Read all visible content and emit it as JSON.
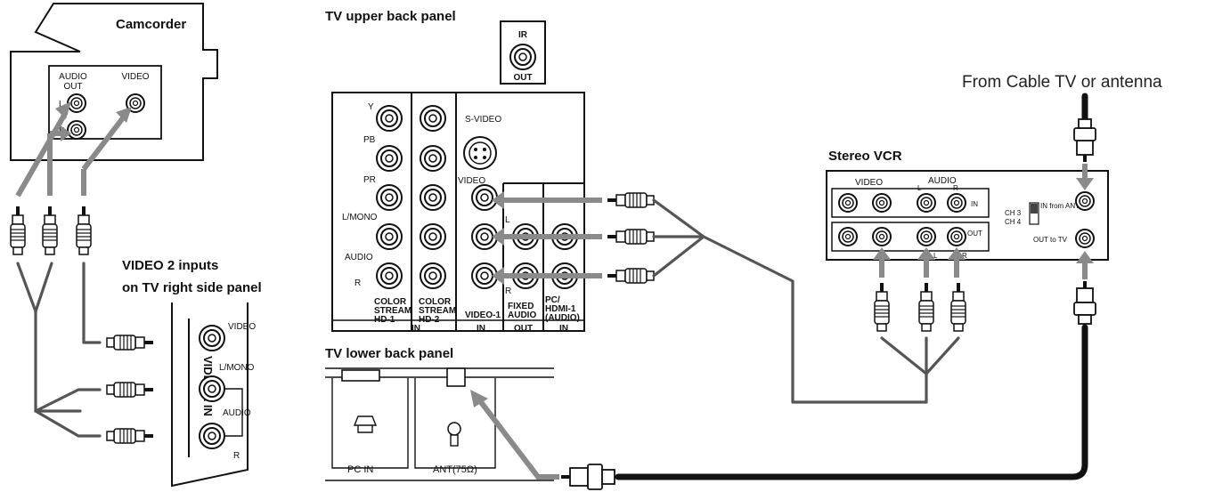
{
  "labels": {
    "camcorder": "Camcorder",
    "cam_audio_out_1": "AUDIO",
    "cam_audio_out_2": "OUT",
    "cam_video": "VIDEO",
    "cam_l": "L",
    "cam_r": "R",
    "upper_panel_title": "TV upper back panel",
    "ir": "IR",
    "ir_out": "OUT",
    "y": "Y",
    "pb": "PB",
    "pr": "PR",
    "l_mono": "L/MONO",
    "audio": "AUDIO",
    "r": "R",
    "l": "L",
    "s_video": "S-VIDEO",
    "video": "VIDEO",
    "cs1_a": "COLOR",
    "cs1_b": "STREAM",
    "cs1_c": "HD-1",
    "cs2_a": "COLOR",
    "cs2_b": "STREAM",
    "cs2_c": "HD-2",
    "video1": "VIDEO-1",
    "fixed_a": "FIXED",
    "fixed_b": "AUDIO",
    "pc_a": "PC/",
    "pc_b": "HDMI-1",
    "pc_c": "(AUDIO)",
    "in1": "IN",
    "in2": "IN",
    "out": "OUT",
    "in3": "IN",
    "lower_panel_title": "TV lower back panel",
    "pc_in": "PC IN",
    "ant": "ANT(75Ω)",
    "video2_title_1": "VIDEO 2 inputs",
    "video2_title_2": "on TV right side panel",
    "v2_video": "VIDEO",
    "v2_lmono": "L/MONO",
    "v2_audio": "AUDIO",
    "v2_r": "R",
    "v2_vertical": "VIDEO 2 IN",
    "vcr_title": "Stereo VCR",
    "vcr_video": "VIDEO",
    "vcr_audio": "AUDIO",
    "vcr_l": "L",
    "vcr_r": "R",
    "vcr_l2": "L",
    "vcr_r2": "R",
    "vcr_in": "IN",
    "vcr_out": "OUT",
    "ch3": "CH 3",
    "ch4": "CH 4",
    "in_from_ant": "IN from ANT",
    "out_to_tv": "OUT to TV",
    "from_cable": "From Cable TV or antenna"
  }
}
